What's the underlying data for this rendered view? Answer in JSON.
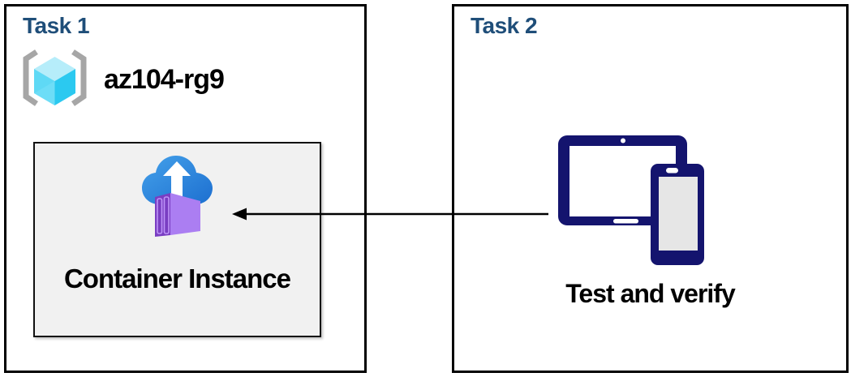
{
  "task1": {
    "title": "Task 1",
    "resource_group": {
      "name": "az104-rg9"
    },
    "container_instance": {
      "label": "Container Instance"
    }
  },
  "task2": {
    "title": "Task 2",
    "devices": {
      "label": "Test and verify"
    }
  },
  "connector": {
    "type": "arrow",
    "direction": "right-to-left",
    "from": "task2-devices",
    "to": "task1-container-instance"
  },
  "icons": {
    "resource_group": "resource-group-icon",
    "container_instance": "container-instances-icon",
    "devices": "tablet-and-phone-icon",
    "connector": "left-arrow"
  },
  "colors": {
    "task_title": "#1F4E79",
    "box_border": "#000000",
    "inner_box_background": "#F1F1F1",
    "device_navy": "#14146E",
    "cloud_blue_light": "#44A1EA",
    "cloud_blue_dark": "#1D6FD0",
    "container_purple_dark": "#7A3EC2",
    "container_purple_light": "#AB7EF2",
    "container_panel_outline": "#BD93F7",
    "cube_cyan_top": "#B6EDFA",
    "cube_cyan_left": "#5FD9F5",
    "cube_cyan_right": "#2BC9F0",
    "bracket_gray": "#A6A6A6",
    "arrow": "#000000"
  }
}
